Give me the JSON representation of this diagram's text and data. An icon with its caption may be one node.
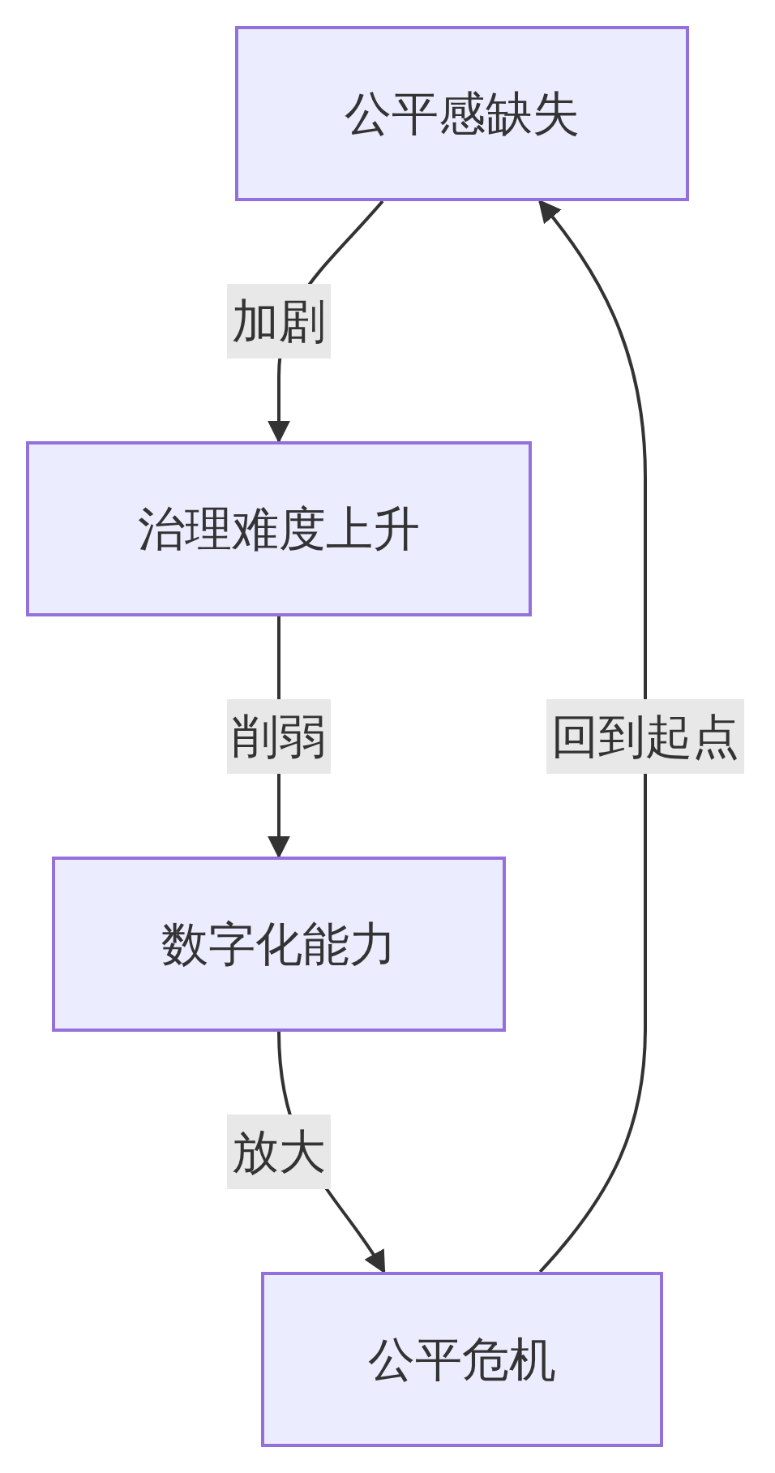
{
  "diagram": {
    "nodes": [
      {
        "text": [
          "公平感缺失"
        ]
      },
      {
        "text": [
          "治理难度上升"
        ]
      },
      {
        "text": [
          "数字化能力"
        ]
      },
      {
        "text": [
          "公平危机"
        ]
      }
    ],
    "edges": [
      {
        "from": 0,
        "to": 1,
        "arrow": "to",
        "label": "加剧"
      },
      {
        "from": 1,
        "to": 2,
        "arrow": "to",
        "label": "削弱"
      },
      {
        "from": 2,
        "to": 3,
        "arrow": "to",
        "label": "放大"
      },
      {
        "from": 3,
        "to": 0,
        "arrow": "to",
        "label": "回到起点"
      }
    ]
  }
}
